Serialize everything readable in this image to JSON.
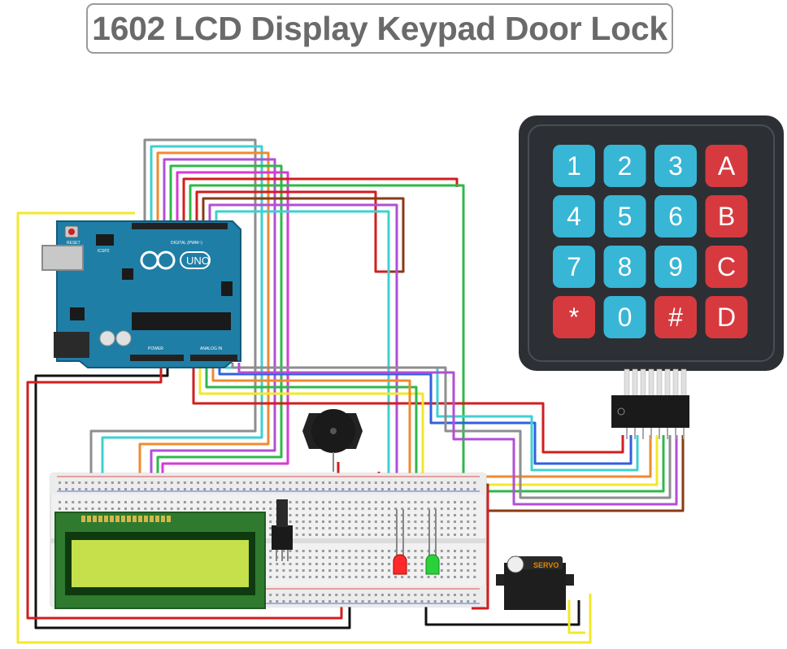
{
  "title": "1602 LCD Display Keypad Door Lock",
  "keypad": {
    "rows": [
      [
        {
          "label": "1",
          "kind": "num"
        },
        {
          "label": "2",
          "kind": "num"
        },
        {
          "label": "3",
          "kind": "num"
        },
        {
          "label": "A",
          "kind": "func"
        }
      ],
      [
        {
          "label": "4",
          "kind": "num"
        },
        {
          "label": "5",
          "kind": "num"
        },
        {
          "label": "6",
          "kind": "num"
        },
        {
          "label": "B",
          "kind": "func"
        }
      ],
      [
        {
          "label": "7",
          "kind": "num"
        },
        {
          "label": "8",
          "kind": "num"
        },
        {
          "label": "9",
          "kind": "num"
        },
        {
          "label": "C",
          "kind": "func"
        }
      ],
      [
        {
          "label": "*",
          "kind": "func"
        },
        {
          "label": "0",
          "kind": "num"
        },
        {
          "label": "#",
          "kind": "func"
        },
        {
          "label": "D",
          "kind": "func"
        }
      ]
    ]
  },
  "arduino": {
    "model_label": "UNO",
    "reset_label": "RESET",
    "icsp_label": "ICSP2",
    "digital_label": "DIGITAL (PWM~)",
    "power_label": "POWER",
    "analog_label": "ANALOG IN"
  },
  "servo": {
    "label": "SERVO"
  },
  "colors": {
    "key_num": "#38b6d6",
    "key_func": "#d63a3f",
    "keypad_body": "#2c2f33",
    "board": "#1f7ea6",
    "lcd_screen": "#c5e04a",
    "lcd_pcb": "#2f7a2f",
    "led_red": "#ff2a2a",
    "led_green": "#2ad13a",
    "wire_gray": "#8e8e8e",
    "wire_cyan": "#3fd0d0",
    "wire_orange": "#f08a30",
    "wire_purple": "#b14fd6",
    "wire_green": "#2fb84a",
    "wire_red": "#d21e1e",
    "wire_brown": "#8a3a14",
    "wire_yellow": "#f2e82a",
    "wire_blue": "#3060e0",
    "wire_black": "#111111",
    "wire_magenta": "#d63ad6"
  }
}
